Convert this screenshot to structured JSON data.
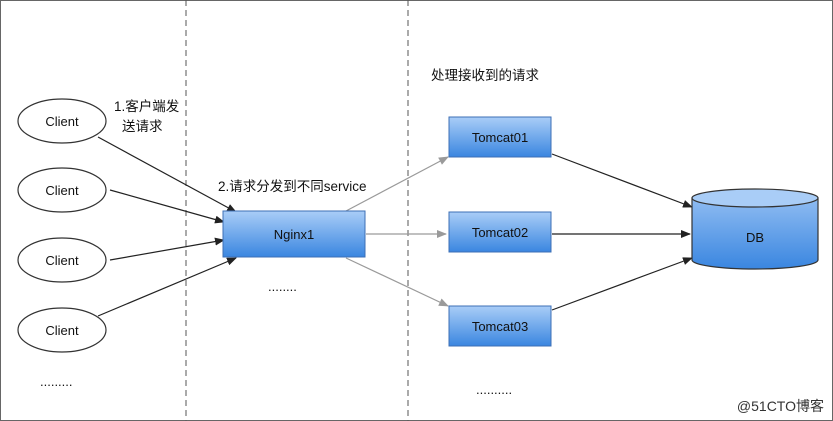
{
  "clients": [
    {
      "label": "Client"
    },
    {
      "label": "Client"
    },
    {
      "label": "Client"
    },
    {
      "label": "Client"
    }
  ],
  "clients_more": ".........",
  "step1_label": [
    "1.客户端发",
    "送请求"
  ],
  "step2_label": "2.请求分发到不同service",
  "nginx": {
    "label": "Nginx1",
    "more": "........"
  },
  "process_label": "处理接收到的请求",
  "tomcats": [
    {
      "label": "Tomcat01"
    },
    {
      "label": "Tomcat02"
    },
    {
      "label": "Tomcat03"
    }
  ],
  "tomcats_more": "..........",
  "db": {
    "label": "DB"
  },
  "watermark": "@51CTO博客",
  "colors": {
    "box_top": "#9ec4f4",
    "box_bottom": "#3a86e0",
    "box_stroke": "#3d6fb5",
    "arrow_dark": "#222222",
    "arrow_gray": "#9a9a9a",
    "divider": "#555555"
  }
}
